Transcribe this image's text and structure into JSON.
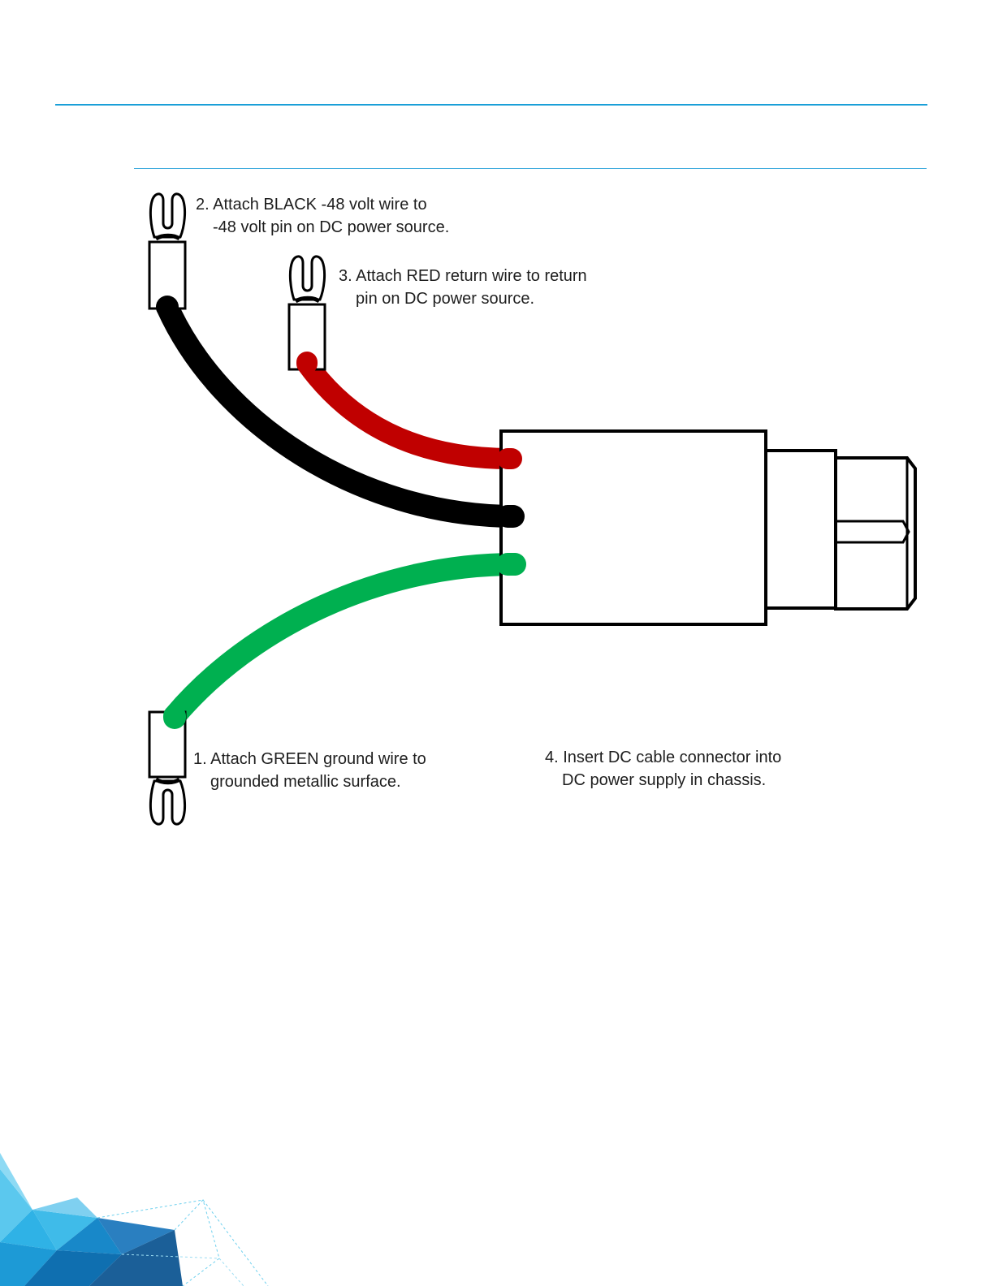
{
  "steps": [
    {
      "line1": "1. Attach GREEN ground wire to",
      "line2": "grounded metallic surface."
    },
    {
      "line1": "2. Attach BLACK -48 volt wire to",
      "line2": "-48 volt pin on DC power source."
    },
    {
      "line1": "3. Attach RED return wire to return",
      "line2": "pin on DC power source."
    },
    {
      "line1": "4. Insert DC cable connector into",
      "line2": "DC power supply in chassis."
    }
  ],
  "colors": {
    "rule": "#1a9fd8",
    "wire_black": "#000000",
    "wire_red": "#c00000",
    "wire_green": "#00b050",
    "outline": "#000000"
  }
}
